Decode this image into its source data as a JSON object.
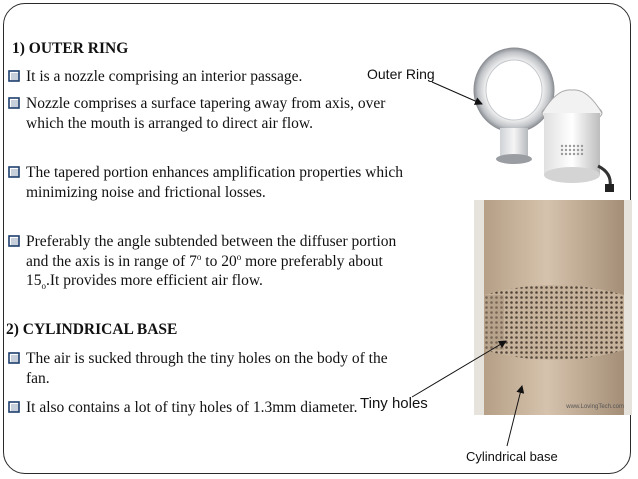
{
  "section1": {
    "heading": "1) OUTER RING",
    "bullets": [
      {
        "text": "It is a nozzle comprising an interior passage."
      },
      {
        "text": "Nozzle comprises a surface tapering away from axis, over which the mouth is arranged to direct air flow."
      },
      {
        "text": "The tapered  portion enhances amplification properties which minimizing noise and frictional losses."
      },
      {
        "part1": "Preferably the angle subtended between the diffuser portion and the axis is in range of 7",
        "sup1": "o",
        "part2": " to 20",
        "sup2": "o",
        "part3": " more preferably about 15",
        "sub3": "o",
        "part4": ".It provides more efficient air flow."
      }
    ]
  },
  "section2": {
    "heading": "2) CYLINDRICAL BASE",
    "bullets": [
      {
        "text": "The air is sucked through the tiny holes on the body of the fan."
      },
      {
        "text": "It also contains a lot of tiny holes of 1.3mm diameter."
      }
    ]
  },
  "labels": {
    "outer_ring": "Outer Ring",
    "tiny_holes": "Tiny holes",
    "cylindrical_base": "Cylindrical base"
  },
  "photo_credit": "www.LovingTech.com",
  "colors": {
    "bullet_box": "#1f3f6e",
    "base_color": "#c9b49a"
  }
}
